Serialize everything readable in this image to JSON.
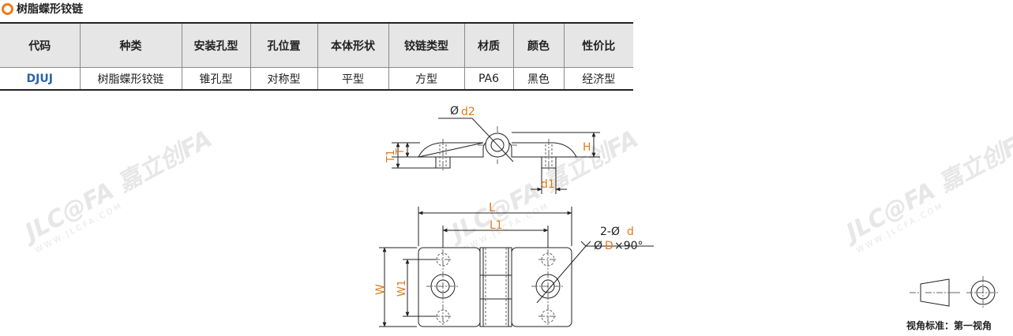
{
  "section_title": "树脂蝶形铰链",
  "table": {
    "headers": [
      "代码",
      "种类",
      "安装孔型",
      "孔位置",
      "本体形状",
      "铰链类型",
      "材质",
      "颜色",
      "性价比"
    ],
    "row": [
      "DJUJ",
      "树脂蝶形铰链",
      "锥孔型",
      "对称型",
      "平型",
      "方型",
      "PA6",
      "黑色",
      "经济型"
    ]
  },
  "watermark": {
    "logo": "JLC@FA",
    "brand": "嘉立创FA",
    "url": "WWW.JLCFA.COM"
  },
  "dimensions": {
    "d2": "d2",
    "T": "T",
    "T1": "T1",
    "H": "H",
    "d1": "d1",
    "L": "L",
    "L1": "L1",
    "W": "W",
    "W1": "W1",
    "hole_prefix": "2-Ø",
    "hole_d": "d",
    "csk_D": "D",
    "csk_angle": "×90°"
  },
  "view_standard": "视角标准：第一视角",
  "colors": {
    "accent": "#f07b1a",
    "code": "#2a63a8",
    "dim": "#e07b1a",
    "header_bg": "#e6e6e6"
  }
}
